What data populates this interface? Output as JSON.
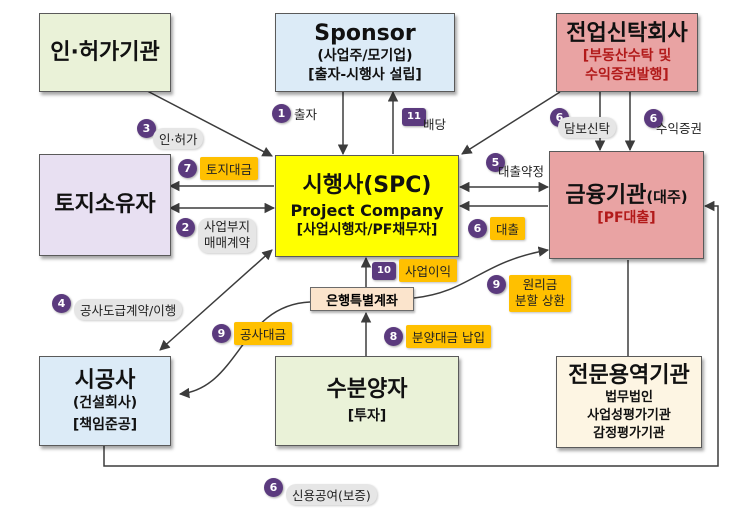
{
  "colors": {
    "green": "#eaf2d8",
    "blue": "#dcebf7",
    "pink": "#e8e0f2",
    "yellow": "#ffff00",
    "salmon": "#e9a3a3",
    "cream": "#fdf5e3",
    "badge": "#5b3a7e",
    "label_gray": "#e6e6e6",
    "label_yellow": "#ffc000"
  },
  "nodes": {
    "authority": {
      "title": "인·허가기관"
    },
    "sponsor": {
      "title": "Sponsor",
      "sub1": "(사업주/모기업)",
      "sub2": "[출자-시행사 설립]"
    },
    "trust": {
      "title": "전업신탁회사",
      "sub1": "[부동산수탁 및",
      "sub2": "수익증권발행]"
    },
    "landowner": {
      "title": "토지소유자"
    },
    "spc": {
      "title": "시행사(SPC)",
      "sub1": "Project Company",
      "sub2": "[사업시행자/PF채무자]"
    },
    "bank": {
      "title": "금융기관",
      "title_small": "(대주)",
      "sub1": "[PF대출]"
    },
    "contractor": {
      "title": "시공사",
      "sub1": "(건설회사)",
      "sub2": "[책임준공]"
    },
    "buyers": {
      "title": "수분양자",
      "sub1": "[투자]"
    },
    "advisors": {
      "title": "전문용역기관",
      "sub1": "법무법인",
      "sub2": "사업성평가기관",
      "sub3": "감정평가기관"
    },
    "escrow": {
      "title": "은행특별계좌"
    }
  },
  "labels": {
    "l1": {
      "num": "1",
      "text": "출자"
    },
    "l11": {
      "num": "11",
      "text": "배당"
    },
    "l3": {
      "num": "3",
      "text": "인·허가"
    },
    "l6a": {
      "num": "6",
      "text": "담보신탁"
    },
    "l6b": {
      "num": "6",
      "text": "수익증권"
    },
    "l7": {
      "num": "7",
      "text": "토지대금"
    },
    "l5": {
      "num": "5",
      "text": "대출약정"
    },
    "l2": {
      "num": "2",
      "text": "사업부지\n매매계약"
    },
    "l6c": {
      "num": "6",
      "text": "대출"
    },
    "l10": {
      "num": "10",
      "text": "사업이익"
    },
    "l4": {
      "num": "4",
      "text": "공사도급계약/이행"
    },
    "l9a": {
      "num": "9",
      "text": "원리금\n분할 상환"
    },
    "l9b": {
      "num": "9",
      "text": "공사대금"
    },
    "l8": {
      "num": "8",
      "text": "분양대금 납입"
    },
    "l6d": {
      "num": "6",
      "text": "신용공여(보증)"
    }
  }
}
